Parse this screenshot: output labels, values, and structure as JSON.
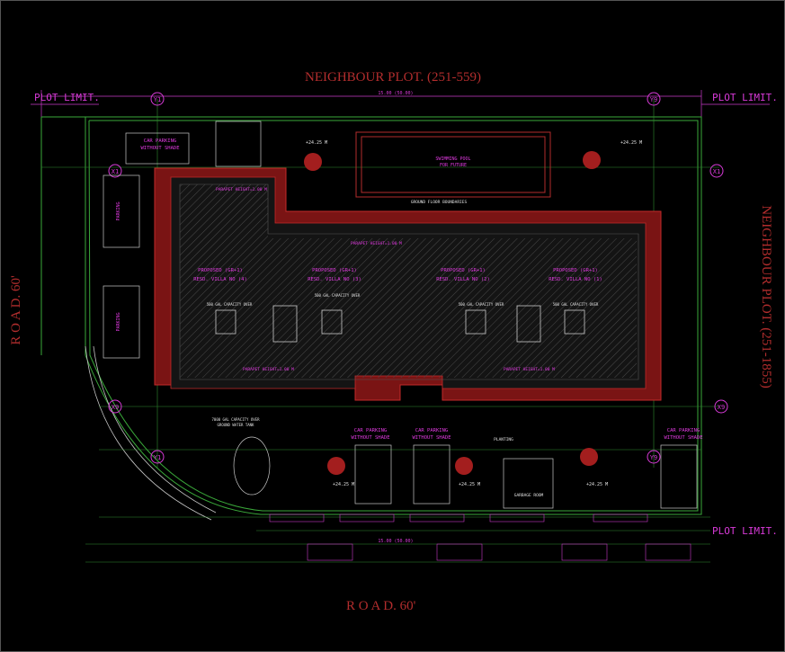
{
  "plot_labels": {
    "neighbour_top": "NEIGHBOUR PLOT. (251-559)",
    "neighbour_right": "NEIGHBOUR PLOT. (251-1855)",
    "road_left": "R O A D.  60'",
    "road_bottom": "R O A D.  60'",
    "plot_limit": "PLOT LIMIT."
  },
  "grid_markers": {
    "y1": "Y1",
    "y9": "Y9",
    "x1": "X1",
    "x9": "X9"
  },
  "rooms": {
    "car_parking_shade": "CAR PARKING\nWITHOUT SHADE",
    "swimming_pool": "SWIMMING POOL\nFOR FUTURE",
    "ground_floor_boundaries": "GROUND FLOOR BOUNDARIES",
    "parking_left_1": "PARKING",
    "parking_left_2": "PARKING",
    "villa_4": "PROPOSED (GR+1)\nRESD. VILLA NO (4)",
    "villa_3": "PROPOSED (GR+1)\nRESD. VILLA NO (3)",
    "villa_2": "PROPOSED (GR+1)\nRESD. VILLA NO (2)",
    "villa_1": "PROPOSED (GR+1)\nRESD. VILLA NO (1)",
    "parapet": "PARAPET HEIGHT=1.00 M",
    "tank_500": "500 GAL CAPACITY OVER\nHEAD WATER TANK",
    "ground_water_tank": "7000 GAL CAPACITY OVER\nGROUND WATER TANK",
    "car_parking_bottom_1": "CAR PARKING\nWITHOUT SHADE",
    "car_parking_bottom_2": "CAR PARKING\nWITHOUT SHADE",
    "car_parking_right": "CAR PARKING\nWITHOUT SHADE",
    "garbage_room": "GARBAGE ROOM",
    "planting": "PLANTING",
    "level_label": "+24.25 M"
  },
  "dimensions": {
    "top_total": "15.00 (50.00)",
    "bottom_total": "15.00 (50.00)"
  }
}
